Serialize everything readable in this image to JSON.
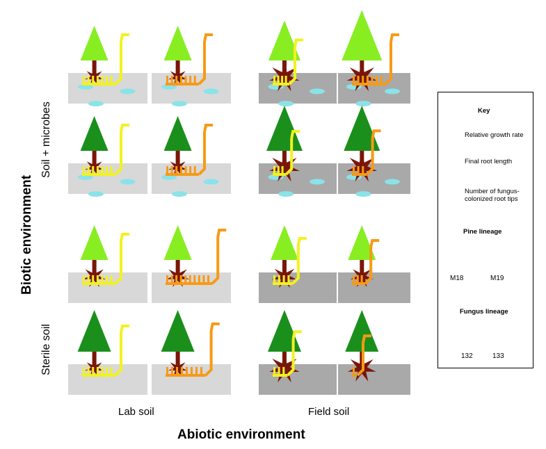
{
  "axes": {
    "y_title": "Biotic environment",
    "x_title": "Abiotic environment",
    "rows": [
      "Soil + microbes",
      "Sterile soil"
    ],
    "columns": [
      "Lab soil",
      "Field soil"
    ]
  },
  "key": {
    "title": "Key",
    "growth_label": "Relative growth rate",
    "root_label": "Final root length",
    "fungus_label": "Number of fungus-colonized root tips",
    "pine_title": "Pine lineage",
    "pine_items": [
      "M18",
      "M19"
    ],
    "fungus_title": "Fungus lineage",
    "fungus_items": [
      "132",
      "133"
    ]
  },
  "colors": {
    "pine_M18": "#1b8f1b",
    "pine_M19": "#88ee22",
    "fungus_132": "#f2f21e",
    "fungus_133": "#f79a14",
    "root": "#7a1608",
    "lab_soil": "#d8d8d8",
    "field_soil": "#a9a9a9",
    "microbes": "#8ae3e8"
  },
  "panels": [
    {
      "row": "Soil + microbes",
      "soil": "Lab soil",
      "pine": "M19",
      "fungus": "132",
      "growth": 1.0,
      "root": 1.0,
      "colonized_tips": 1.0
    },
    {
      "row": "Soil + microbes",
      "soil": "Lab soil",
      "pine": "M19",
      "fungus": "133",
      "growth": 1.0,
      "root": 1.0,
      "colonized_tips": 1.0
    },
    {
      "row": "Soil + microbes",
      "soil": "Field soil",
      "pine": "M19",
      "fungus": "132",
      "growth": 1.15,
      "root": 1.6,
      "colonized_tips": 0.5
    },
    {
      "row": "Soil + microbes",
      "soil": "Field soil",
      "pine": "M19",
      "fungus": "133",
      "growth": 1.45,
      "root": 1.6,
      "colonized_tips": 1.0
    },
    {
      "row": "Soil + microbes",
      "soil": "Lab soil",
      "pine": "M18",
      "fungus": "132",
      "growth": 1.0,
      "root": 1.0,
      "colonized_tips": 1.0
    },
    {
      "row": "Soil + microbes",
      "soil": "Lab soil",
      "pine": "M18",
      "fungus": "133",
      "growth": 1.0,
      "root": 1.0,
      "colonized_tips": 1.0
    },
    {
      "row": "Soil + microbes",
      "soil": "Field soil",
      "pine": "M18",
      "fungus": "132",
      "growth": 1.3,
      "root": 1.6,
      "colonized_tips": 0.4
    },
    {
      "row": "Soil + microbes",
      "soil": "Field soil",
      "pine": "M18",
      "fungus": "133",
      "growth": 1.3,
      "root": 1.6,
      "colonized_tips": 0.45
    },
    {
      "row": "Sterile soil",
      "soil": "Lab soil",
      "pine": "M19",
      "fungus": "132",
      "growth": 1.0,
      "root": 1.2,
      "colonized_tips": 1.0
    },
    {
      "row": "Sterile soil",
      "soil": "Lab soil",
      "pine": "M19",
      "fungus": "133",
      "growth": 1.0,
      "root": 1.2,
      "colonized_tips": 1.4
    },
    {
      "row": "Sterile soil",
      "soil": "Field soil",
      "pine": "M19",
      "fungus": "132",
      "growth": 1.0,
      "root": 1.3,
      "colonized_tips": 0.6
    },
    {
      "row": "Sterile soil",
      "soil": "Field soil",
      "pine": "M19",
      "fungus": "133",
      "growth": 1.0,
      "root": 1.2,
      "colonized_tips": 0.4
    },
    {
      "row": "Sterile soil",
      "soil": "Lab soil",
      "pine": "M18",
      "fungus": "132",
      "growth": 1.2,
      "root": 1.0,
      "colonized_tips": 1.0
    },
    {
      "row": "Sterile soil",
      "soil": "Lab soil",
      "pine": "M18",
      "fungus": "133",
      "growth": 1.2,
      "root": 1.0,
      "colonized_tips": 1.2
    },
    {
      "row": "Sterile soil",
      "soil": "Field soil",
      "pine": "M18",
      "fungus": "132",
      "growth": 1.2,
      "root": 1.6,
      "colonized_tips": 0.45
    },
    {
      "row": "Sterile soil",
      "soil": "Field soil",
      "pine": "M18",
      "fungus": "133",
      "growth": 1.2,
      "root": 1.5,
      "colonized_tips": 0.05
    }
  ]
}
